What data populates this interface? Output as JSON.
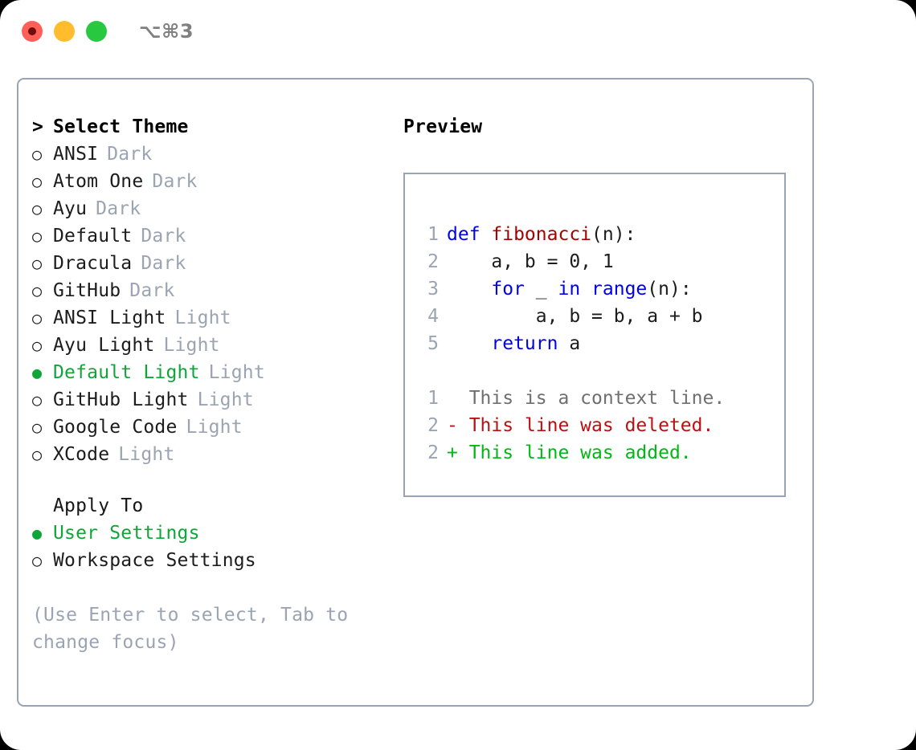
{
  "titlebar": {
    "shortcut": "⌥⌘3",
    "buttons": [
      {
        "name": "close",
        "color": "#ff5f57"
      },
      {
        "name": "minimize",
        "color": "#ffbd2e"
      },
      {
        "name": "maximize",
        "color": "#28c840"
      }
    ]
  },
  "theme_panel": {
    "header_caret": ">",
    "header_label": "Select Theme",
    "bullet_empty": "○",
    "bullet_filled": "●",
    "items": [
      {
        "name": "ANSI",
        "tag": "Dark",
        "selected": false
      },
      {
        "name": "Atom One",
        "tag": "Dark",
        "selected": false
      },
      {
        "name": "Ayu",
        "tag": "Dark",
        "selected": false
      },
      {
        "name": "Default",
        "tag": "Dark",
        "selected": false
      },
      {
        "name": "Dracula",
        "tag": "Dark",
        "selected": false
      },
      {
        "name": "GitHub",
        "tag": "Dark",
        "selected": false
      },
      {
        "name": "ANSI Light",
        "tag": "Light",
        "selected": false
      },
      {
        "name": "Ayu Light",
        "tag": "Light",
        "selected": false
      },
      {
        "name": "Default Light",
        "tag": "Light",
        "selected": true
      },
      {
        "name": "GitHub Light",
        "tag": "Light",
        "selected": false
      },
      {
        "name": "Google Code",
        "tag": "Light",
        "selected": false
      },
      {
        "name": "XCode",
        "tag": "Light",
        "selected": false
      }
    ]
  },
  "apply_to": {
    "title": "Apply To",
    "options": [
      {
        "label": "User Settings",
        "selected": true
      },
      {
        "label": "Workspace Settings",
        "selected": false
      }
    ]
  },
  "hint": "(Use Enter to select, Tab to change focus)",
  "preview": {
    "heading": "Preview",
    "code_lines": [
      {
        "num": "1",
        "segments": [
          {
            "text": "def ",
            "style": "kw"
          },
          {
            "text": "fibonacci",
            "style": "fn"
          },
          {
            "text": "(n):",
            "style": "pl"
          }
        ]
      },
      {
        "num": "2",
        "segments": [
          {
            "text": "    a, b = 0, 1",
            "style": "pl"
          }
        ]
      },
      {
        "num": "3",
        "segments": [
          {
            "text": "    ",
            "style": "pl"
          },
          {
            "text": "for",
            "style": "kw"
          },
          {
            "text": " _ ",
            "style": "pl"
          },
          {
            "text": "in",
            "style": "kw"
          },
          {
            "text": " ",
            "style": "pl"
          },
          {
            "text": "range",
            "style": "kw"
          },
          {
            "text": "(n):",
            "style": "pl"
          }
        ]
      },
      {
        "num": "4",
        "segments": [
          {
            "text": "        a, b = b, a + b",
            "style": "pl"
          }
        ]
      },
      {
        "num": "5",
        "segments": [
          {
            "text": "    ",
            "style": "pl"
          },
          {
            "text": "return",
            "style": "kw"
          },
          {
            "text": " a",
            "style": "pl"
          }
        ]
      }
    ],
    "diff_lines": [
      {
        "num": "1",
        "marker": "  ",
        "text": "This is a context line.",
        "style": "ctx"
      },
      {
        "num": "2",
        "marker": "- ",
        "text": "This line was deleted.",
        "style": "del"
      },
      {
        "num": "2",
        "marker": "+ ",
        "text": "This line was added.",
        "style": "add"
      }
    ]
  },
  "colors": {
    "accent_green": "#10a538",
    "muted": "#9aa4b2",
    "border": "#9aa4b2",
    "keyword_blue": "#0000f0",
    "function_red": "#a80000",
    "diff_deleted": "#bb1010",
    "diff_added": "#00b814",
    "diff_context": "#6f6f6f",
    "text": "#1c1c1c"
  }
}
